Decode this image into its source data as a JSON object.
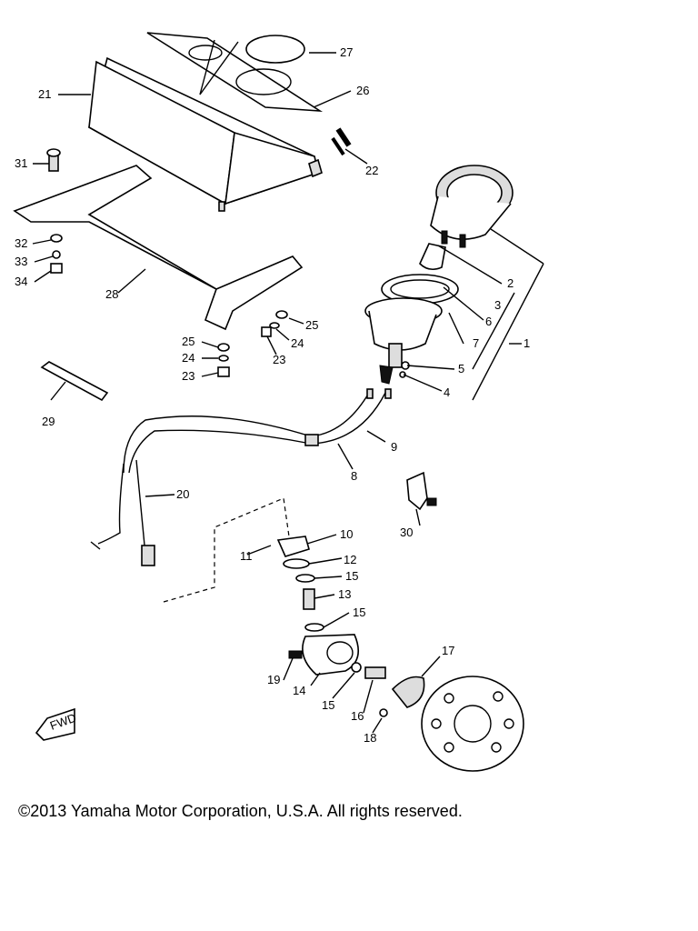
{
  "copyright": "©2013 Yamaha Motor Corporation, U.S.A. All rights reserved.",
  "fwd_badge": "FWD",
  "callouts": [
    {
      "id": "c1",
      "text": "1"
    },
    {
      "id": "c2",
      "text": "2"
    },
    {
      "id": "c3",
      "text": "3"
    },
    {
      "id": "c4",
      "text": "4"
    },
    {
      "id": "c5",
      "text": "5"
    },
    {
      "id": "c6",
      "text": "6"
    },
    {
      "id": "c7",
      "text": "7"
    },
    {
      "id": "c8",
      "text": "8"
    },
    {
      "id": "c9",
      "text": "9"
    },
    {
      "id": "c10",
      "text": "10"
    },
    {
      "id": "c11",
      "text": "11"
    },
    {
      "id": "c12",
      "text": "12"
    },
    {
      "id": "c13",
      "text": "13"
    },
    {
      "id": "c14",
      "text": "14"
    },
    {
      "id": "c15a",
      "text": "15"
    },
    {
      "id": "c15b",
      "text": "15"
    },
    {
      "id": "c15c",
      "text": "15"
    },
    {
      "id": "c16",
      "text": "16"
    },
    {
      "id": "c17",
      "text": "17"
    },
    {
      "id": "c18",
      "text": "18"
    },
    {
      "id": "c19",
      "text": "19"
    },
    {
      "id": "c20",
      "text": "20"
    },
    {
      "id": "c21",
      "text": "21"
    },
    {
      "id": "c22",
      "text": "22"
    },
    {
      "id": "c23a",
      "text": "23"
    },
    {
      "id": "c23b",
      "text": "23"
    },
    {
      "id": "c24a",
      "text": "24"
    },
    {
      "id": "c24b",
      "text": "24"
    },
    {
      "id": "c25a",
      "text": "25"
    },
    {
      "id": "c25b",
      "text": "25"
    },
    {
      "id": "c26",
      "text": "26"
    },
    {
      "id": "c27",
      "text": "27"
    },
    {
      "id": "c28",
      "text": "28"
    },
    {
      "id": "c29",
      "text": "29"
    },
    {
      "id": "c30",
      "text": "30"
    },
    {
      "id": "c31",
      "text": "31"
    },
    {
      "id": "c32",
      "text": "32"
    },
    {
      "id": "c33",
      "text": "33"
    },
    {
      "id": "c34",
      "text": "34"
    }
  ]
}
